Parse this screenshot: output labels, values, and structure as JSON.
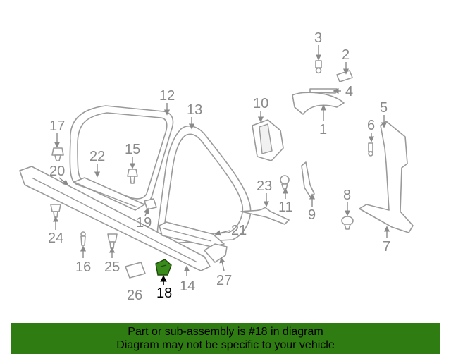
{
  "diagram": {
    "highlight_color": "#3a8a1c",
    "callouts": {
      "c1": "1",
      "c2": "2",
      "c3": "3",
      "c4": "4",
      "c5": "5",
      "c6": "6",
      "c7": "7",
      "c8": "8",
      "c9": "9",
      "c10": "10",
      "c11": "11",
      "c12": "12",
      "c13": "13",
      "c14": "14",
      "c15": "15",
      "c16": "16",
      "c17": "17",
      "c18": "18",
      "c19": "19",
      "c20": "20",
      "c21": "21",
      "c22": "22",
      "c23": "23",
      "c24": "24",
      "c25": "25",
      "c26": "26",
      "c27": "27"
    }
  },
  "banner": {
    "line1": "Part or sub-assembly is #18 in diagram",
    "line2": "Diagram may not be specific to your vehicle",
    "background": "#2f7d12"
  }
}
